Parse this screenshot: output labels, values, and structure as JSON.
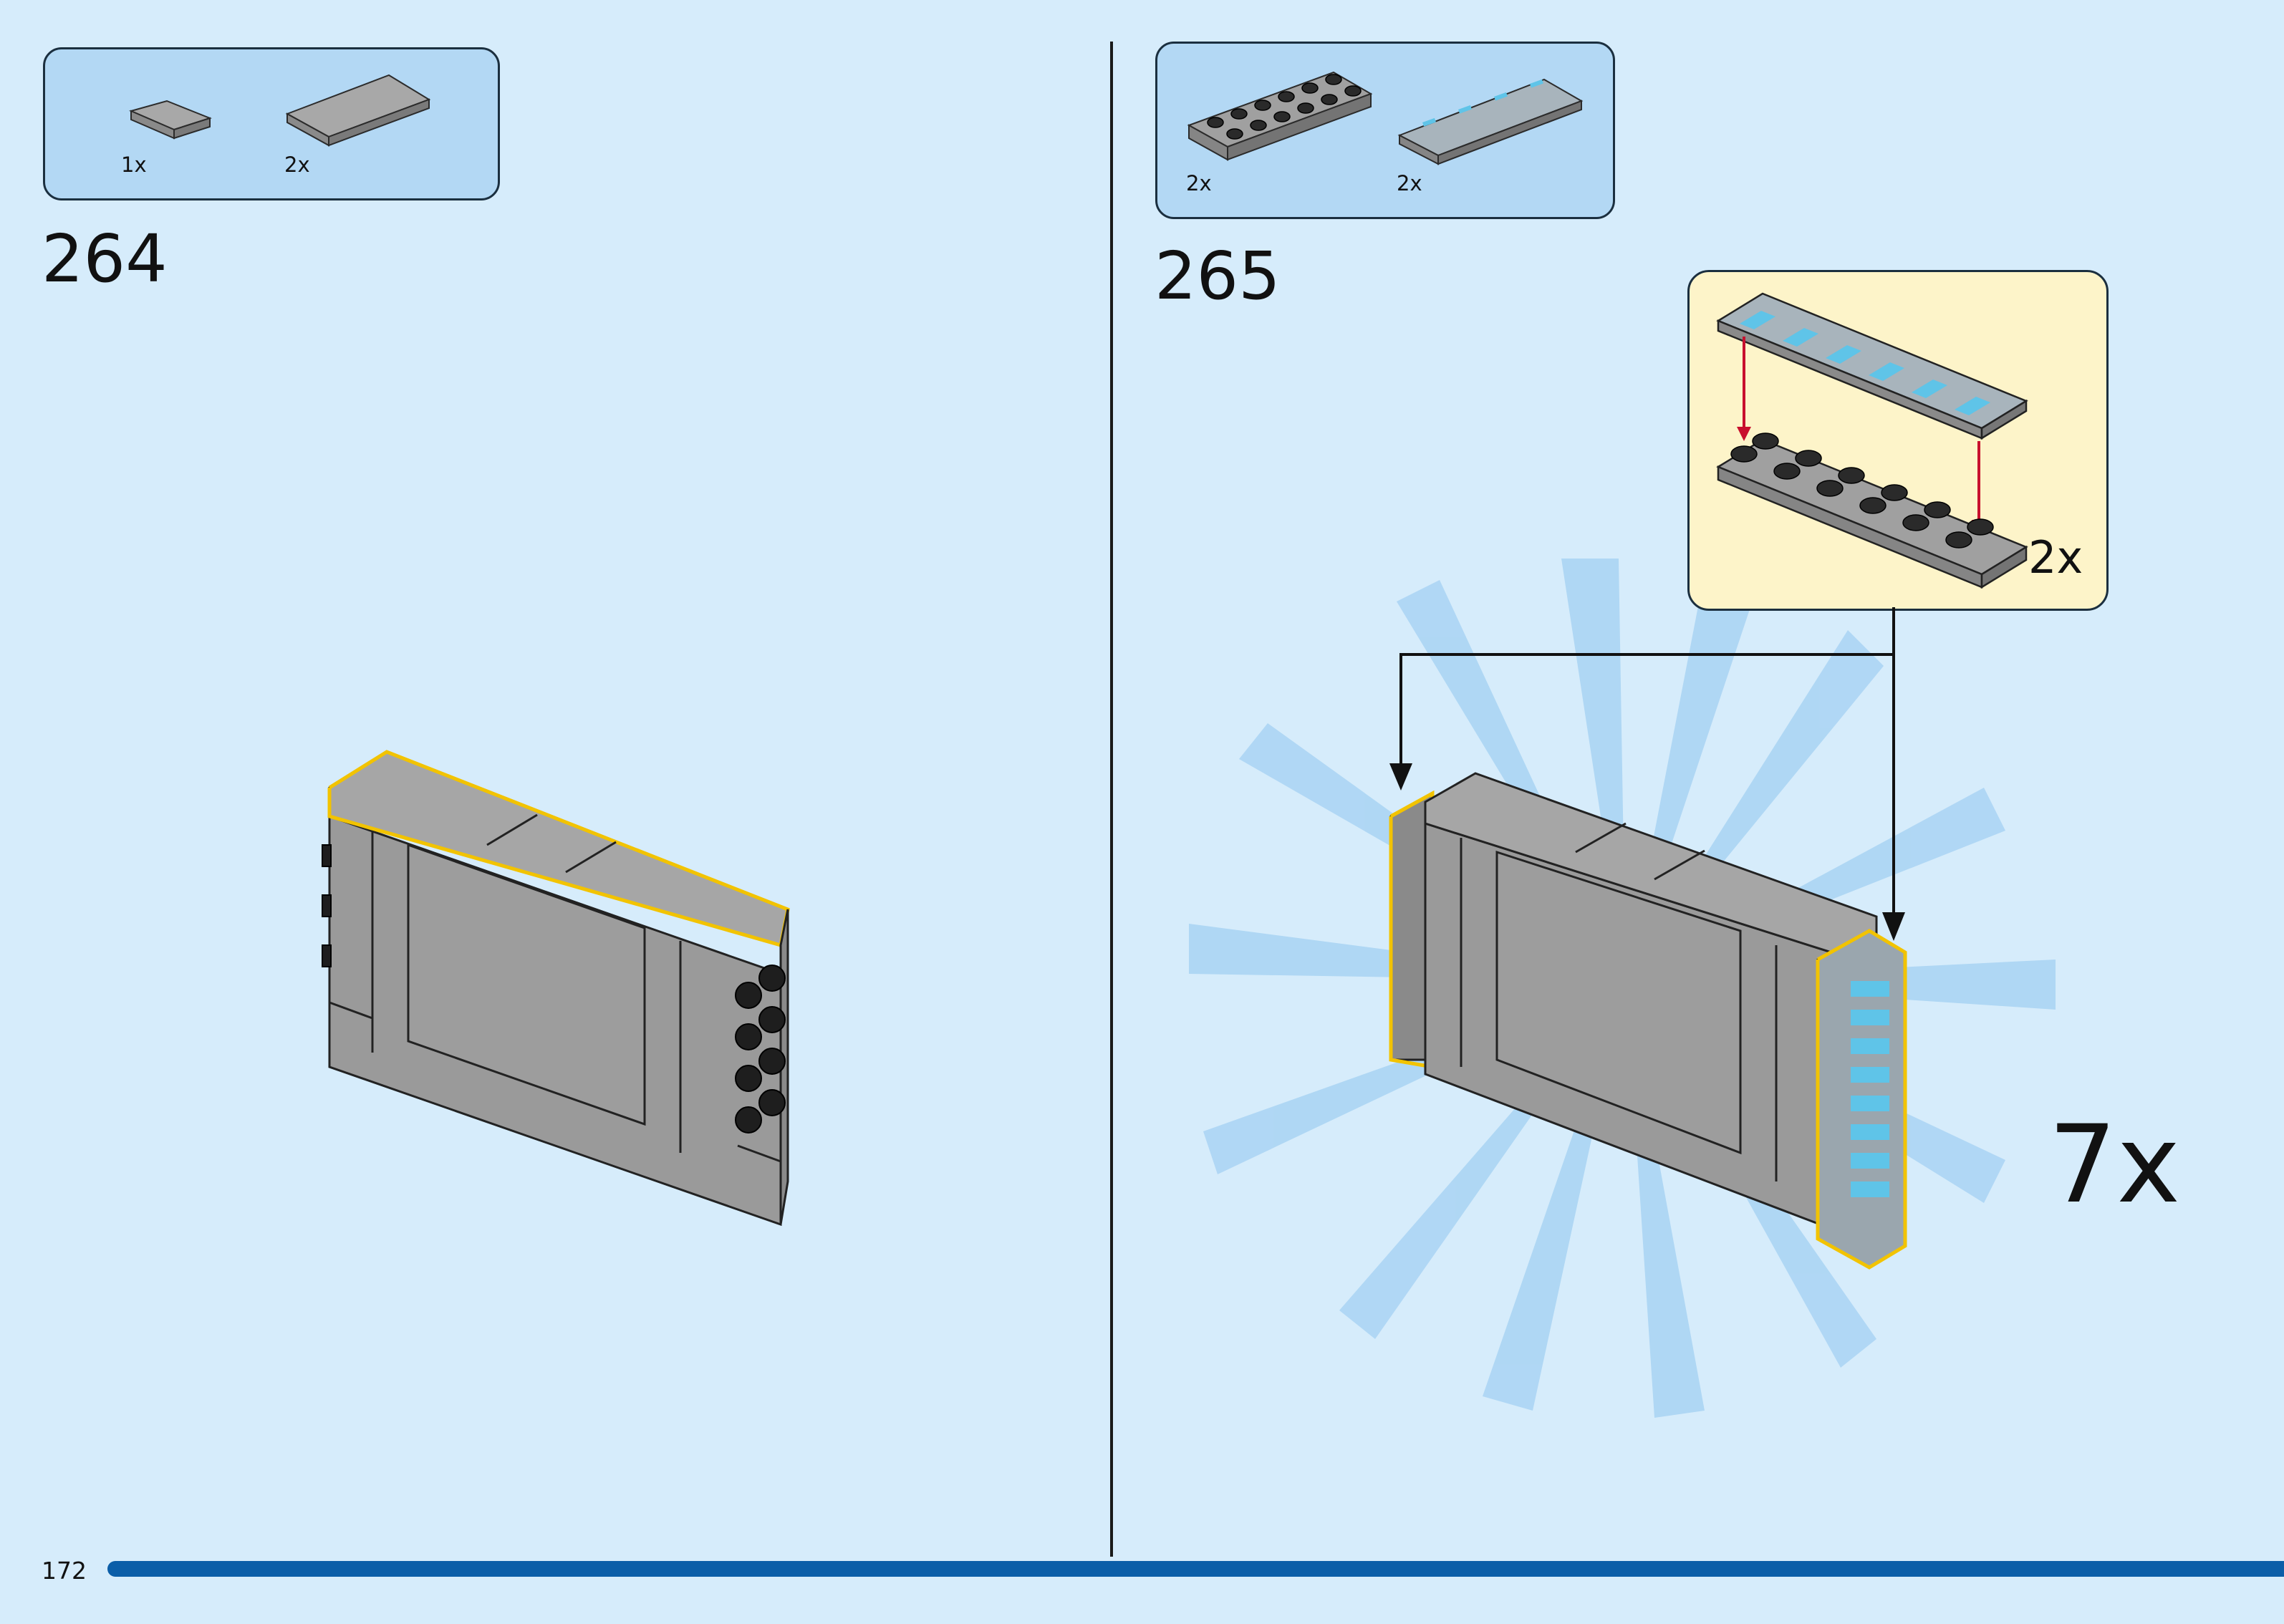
{
  "page": {
    "number": "172"
  },
  "steps": [
    {
      "number": "264",
      "parts": [
        {
          "icon": "tile-1x2-icon",
          "qty": "1x"
        },
        {
          "icon": "tile-2x4-icon",
          "qty": "2x"
        }
      ]
    },
    {
      "number": "265",
      "parts": [
        {
          "icon": "plate-2x6-icon",
          "qty": "2x"
        },
        {
          "icon": "decorated-tile-2x6-icon",
          "qty": "2x"
        }
      ],
      "callout": {
        "qty": "2x"
      },
      "repeat": "7x"
    }
  ],
  "colors": {
    "background": "#d6ecfb",
    "parts_box": "#b3d8f4",
    "callout": "#fdf4c9",
    "brick_gray": "#9a9a9a",
    "highlight": "#f2c300",
    "arrow_red": "#c8102e",
    "footer_bar": "#0b5ea8"
  }
}
